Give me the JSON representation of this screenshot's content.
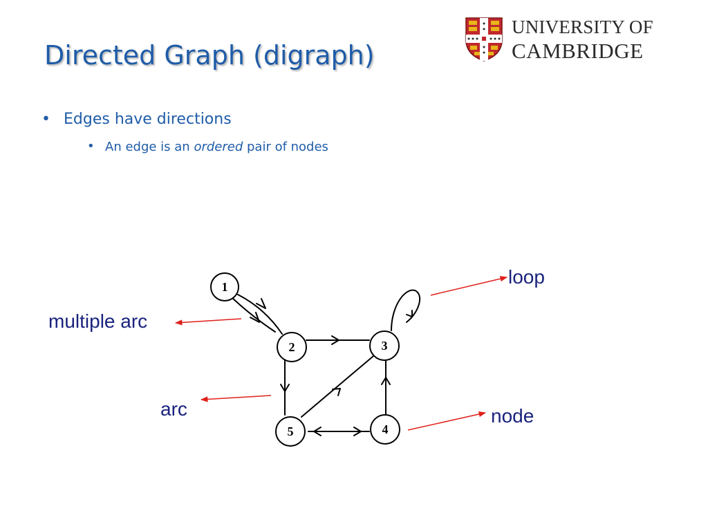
{
  "slide": {
    "title": "Directed Graph (digraph)",
    "logo": {
      "line1": "UNIVERSITY OF",
      "line2": "CAMBRIDGE",
      "icon": "cambridge-coat-of-arms"
    },
    "bullets": [
      {
        "text": "Edges have directions",
        "sub": [
          {
            "before": "An edge is an ",
            "emphasis": "ordered",
            "after": " pair of nodes"
          }
        ]
      }
    ]
  },
  "diagram": {
    "nodes": [
      "1",
      "2",
      "3",
      "4",
      "5"
    ],
    "edges": [
      {
        "from": "1",
        "to": "2",
        "kind": "multiple-arc"
      },
      {
        "from": "1",
        "to": "2",
        "kind": "multiple-arc"
      },
      {
        "from": "2",
        "to": "3",
        "kind": "arc"
      },
      {
        "from": "2",
        "to": "5",
        "kind": "arc"
      },
      {
        "from": "5",
        "to": "3",
        "kind": "arc"
      },
      {
        "from": "4",
        "to": "3",
        "kind": "arc"
      },
      {
        "from": "5",
        "to": "4",
        "kind": "arc"
      },
      {
        "from": "4",
        "to": "5",
        "kind": "arc"
      },
      {
        "from": "3",
        "to": "3",
        "kind": "loop"
      }
    ],
    "annotations": {
      "loop": "loop",
      "multiple_arc": "multiple arc",
      "arc": "arc",
      "node": "node"
    },
    "colors": {
      "title": "#1f5ca8",
      "bullet_text": "#1f5ca8",
      "annotation_text": "#1a237e",
      "annotation_arrow": "#e0201b",
      "graph": "#000000"
    }
  }
}
